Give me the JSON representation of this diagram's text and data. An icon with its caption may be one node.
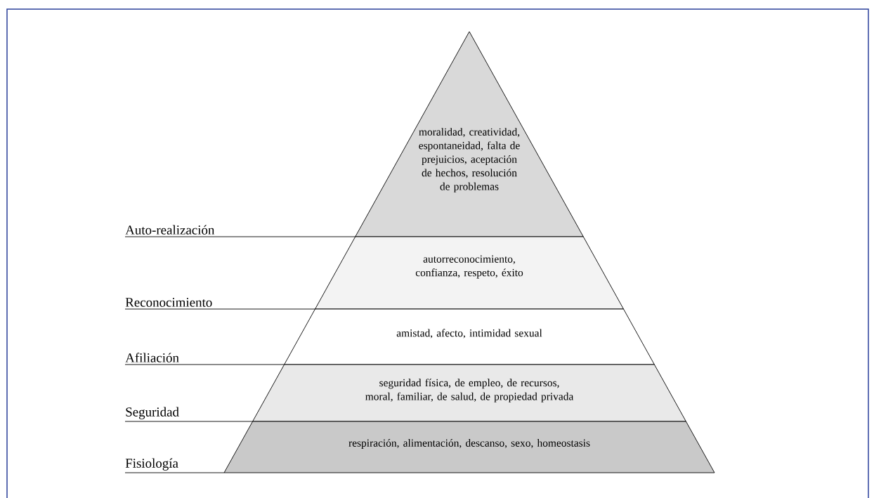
{
  "diagram": {
    "nodes": [
      {
        "text": [
          "moralidad, creatividad, espontaneidad, falta de prejuicios, aceptación de hechos, resolución de problemas"
        ]
      },
      {
        "text": [
          "autorreconocimiento, confianza, respeto, éxito"
        ]
      },
      {
        "text": [
          "amistad, afecto, intimidad sexual"
        ]
      },
      {
        "text": [
          "seguridad física, de empleo, de recursos, moral, familiar, de salud, de propiedad privada"
        ]
      },
      {
        "text": [
          "respiración, alimentación, descanso, sexo, homeostasis"
        ]
      },
      {
        "text": [
          "Auto-realización"
        ]
      },
      {
        "text": [
          "Reconocimiento"
        ]
      },
      {
        "text": [
          "Afiliación"
        ]
      },
      {
        "text": [
          "Seguridad"
        ]
      },
      {
        "text": [
          "Fisiología"
        ]
      }
    ],
    "edges": [
      {
        "from": 5,
        "to": 0,
        "arrow": "none"
      },
      {
        "from": 6,
        "to": 1,
        "arrow": "none"
      },
      {
        "from": 7,
        "to": 2,
        "arrow": "none"
      },
      {
        "from": 8,
        "to": 3,
        "arrow": "none"
      },
      {
        "from": 9,
        "to": 4,
        "arrow": "none"
      }
    ]
  }
}
